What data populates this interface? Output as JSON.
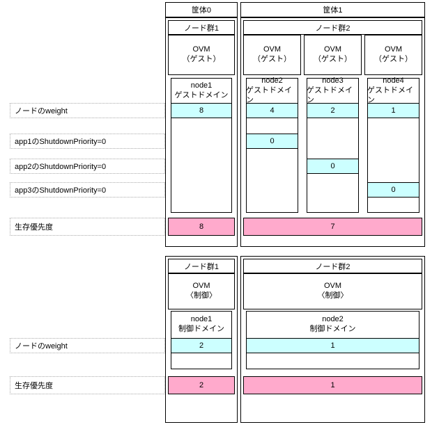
{
  "diagram": {
    "chassis": [
      {
        "label": "筐体0"
      },
      {
        "label": "筐体1"
      }
    ],
    "row_labels": [
      {
        "text": "ノードのweight"
      },
      {
        "text": "app1のShutdownPriority=0"
      },
      {
        "text": "app2のShutdownPriority=0"
      },
      {
        "text": "app3のShutdownPriority=0"
      },
      {
        "text": "生存優先度"
      }
    ],
    "guest_section": {
      "node_groups": [
        {
          "label": "ノード群1"
        },
        {
          "label": "ノード群2"
        }
      ],
      "ovm_headers": [
        {
          "line1": "OVM",
          "line2": "（ゲスト）"
        },
        {
          "line1": "OVM",
          "line2": "（ゲスト）"
        },
        {
          "line1": "OVM",
          "line2": "（ゲスト）"
        },
        {
          "line1": "OVM",
          "line2": "（ゲスト）"
        }
      ],
      "domains": [
        {
          "line1": "node1",
          "line2": "ゲストドメイン"
        },
        {
          "line1": "node2",
          "line2": "ゲストドメイン"
        },
        {
          "line1": "node3",
          "line2": "ゲストドメイン"
        },
        {
          "line1": "node4",
          "line2": "ゲストドメイン"
        }
      ],
      "weights": [
        "8",
        "4",
        "2",
        "1"
      ],
      "app1_priority": [
        "",
        "0",
        "",
        ""
      ],
      "app2_priority": [
        "",
        "",
        "0",
        ""
      ],
      "app3_priority": [
        "",
        "",
        "",
        "0"
      ],
      "survival": [
        {
          "value": "8"
        },
        {
          "value": "7"
        }
      ]
    },
    "control_section": {
      "node_groups": [
        {
          "label": "ノード群1"
        },
        {
          "label": "ノード群2"
        }
      ],
      "ovm_headers": [
        {
          "line1": "OVM",
          "line2": "〈制御〉"
        },
        {
          "line1": "OVM",
          "line2": "〈制御〉"
        }
      ],
      "domains": [
        {
          "line1": "node1",
          "line2": "制御ドメイン"
        },
        {
          "line1": "node2",
          "line2": "制御ドメイン"
        }
      ],
      "weights": [
        "2",
        "1"
      ],
      "row_labels": [
        {
          "text": "ノードのweight"
        },
        {
          "text": "生存優先度"
        }
      ],
      "survival": [
        {
          "value": "2"
        },
        {
          "value": "1"
        }
      ]
    },
    "colors": {
      "cyan": "#ccffff",
      "pink": "#ffaacc",
      "border": "#000000"
    }
  }
}
